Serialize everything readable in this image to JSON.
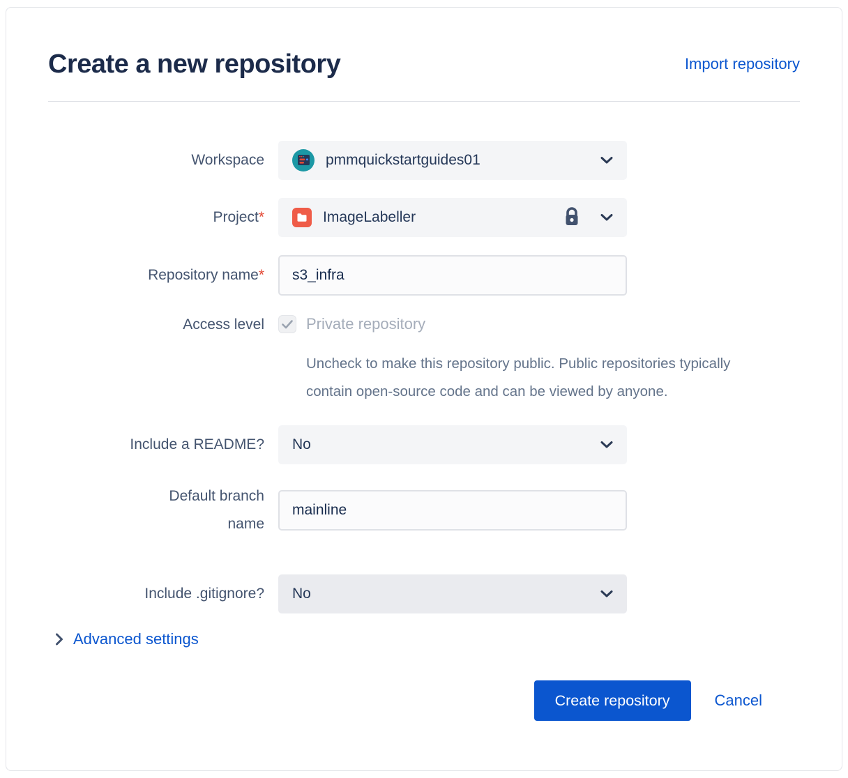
{
  "dialog": {
    "title": "Create a new repository",
    "import_link_label": "Import repository"
  },
  "form": {
    "workspace": {
      "label": "Workspace",
      "value": "pmmquickstartguides01"
    },
    "project": {
      "label": "Project",
      "required_mark": "*",
      "value": "ImageLabeller"
    },
    "repository_name": {
      "label": "Repository name",
      "required_mark": "*",
      "value": "s3_infra"
    },
    "access_level": {
      "label": "Access level",
      "checkbox_label": "Private repository",
      "checkbox_checked": true,
      "help": "Uncheck to make this repository public. Public repositories typically contain open-source code and can be viewed by anyone."
    },
    "include_readme": {
      "label": "Include a README?",
      "value": "No"
    },
    "default_branch": {
      "label": "Default branch name",
      "value": "mainline"
    },
    "include_gitignore": {
      "label": "Include .gitignore?",
      "value": "No"
    }
  },
  "advanced": {
    "label": "Advanced settings"
  },
  "actions": {
    "create_label": "Create repository",
    "cancel_label": "Cancel"
  },
  "icons": {
    "workspace_avatar": "teal-workspace-avatar",
    "project_avatar": "red-folder-icon",
    "lock": "lock-icon",
    "chevron_down": "chevron-down-icon",
    "chevron_right": "chevron-right-icon",
    "check": "check-icon"
  },
  "colors": {
    "accent_blue": "#0B56CF",
    "title_navy": "#1C2B4A",
    "label_slate": "#44546F",
    "muted_gray": "#A5ADBA",
    "help_gray": "#64748B",
    "required_red": "#E34935",
    "project_icon_red": "#EF5C48",
    "workspace_avatar_teal": "#1C98A5",
    "control_bg": "#F4F5F7",
    "control_bg_alt": "#EAEBEF",
    "input_border": "#DFE1E6"
  }
}
